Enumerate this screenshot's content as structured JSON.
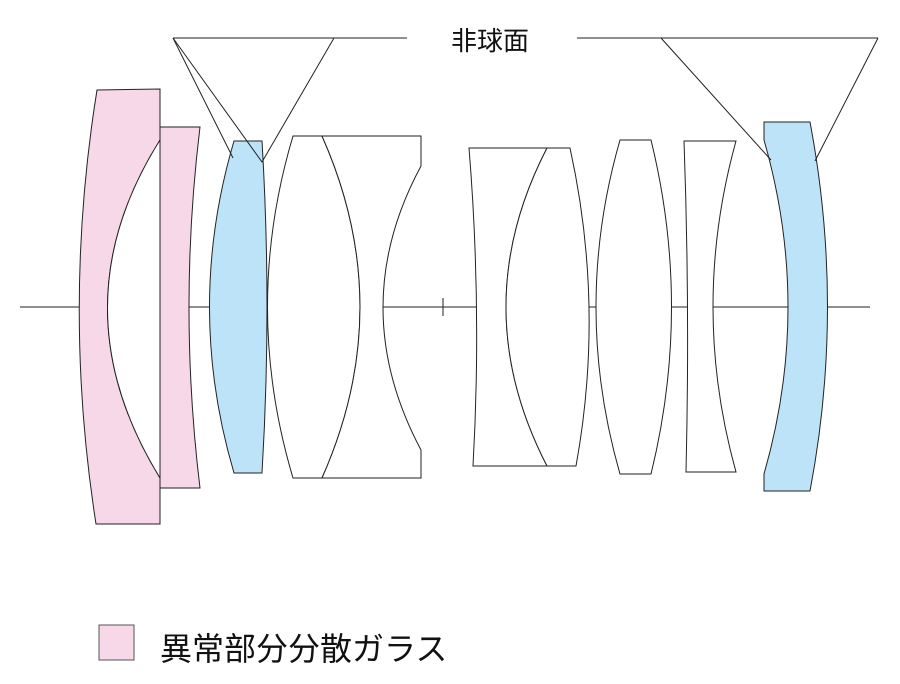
{
  "labels": {
    "aspherical": "非球面",
    "legend_ed_glass": "異常部分分散ガラス"
  },
  "colors": {
    "ed_glass": "#f6d8e8",
    "aspherical_glass": "#bde3f8",
    "plain_glass": "#ffffff",
    "stroke": "#222222"
  },
  "lens_elements": [
    {
      "id": 1,
      "glass": "ed_glass"
    },
    {
      "id": 2,
      "glass": "ed_glass"
    },
    {
      "id": 3,
      "glass": "aspherical_glass",
      "aspherical": true
    },
    {
      "id": 4,
      "glass": "plain_glass"
    },
    {
      "id": 5,
      "glass": "plain_glass"
    },
    {
      "id": 6,
      "glass": "plain_glass"
    },
    {
      "id": 7,
      "glass": "plain_glass"
    },
    {
      "id": 8,
      "glass": "plain_glass"
    },
    {
      "id": 9,
      "glass": "plain_glass"
    },
    {
      "id": 10,
      "glass": "aspherical_glass",
      "aspherical": true
    }
  ]
}
